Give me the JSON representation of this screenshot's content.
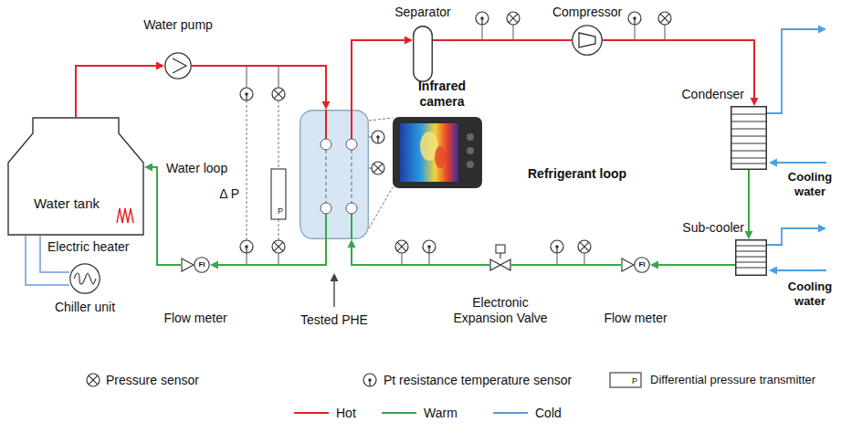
{
  "diagram": {
    "nodes": [
      {
        "text": [
          "Water pump"
        ]
      },
      {
        "text": [
          "Separator"
        ]
      },
      {
        "text": [
          "Compressor"
        ]
      },
      {
        "text": [
          "Water tank"
        ]
      },
      {
        "text": [
          "Condenser"
        ]
      },
      {
        "text": [
          "Tested PHE"
        ]
      },
      {
        "text": [
          "Sub-cooler"
        ]
      },
      {
        "text": [
          "FI",
          "Flow meter"
        ]
      },
      {
        "text": [
          "Electronic Expansion Valve"
        ]
      },
      {
        "text": [
          "FI",
          "Flow meter"
        ]
      },
      {
        "text": [
          "Chiller unit"
        ]
      }
    ],
    "edges": [
      {
        "from": 3,
        "to": 0,
        "arrow": "to"
      },
      {
        "from": 0,
        "to": 5,
        "arrow": "to"
      },
      {
        "from": 5,
        "to": 1,
        "arrow": "to"
      },
      {
        "from": 1,
        "to": 2,
        "arrow": "none"
      },
      {
        "from": 2,
        "to": 4,
        "arrow": "to"
      },
      {
        "from": 4,
        "to": 6,
        "arrow": "to"
      },
      {
        "from": 6,
        "to": 9,
        "arrow": "to"
      },
      {
        "from": 9,
        "to": 8,
        "arrow": "none"
      },
      {
        "from": 8,
        "to": 5,
        "arrow": "to"
      },
      {
        "from": 5,
        "to": 7,
        "arrow": "to"
      },
      {
        "from": 7,
        "to": 3,
        "arrow": "to"
      },
      {
        "from": 3,
        "to": 10,
        "arrow": "none"
      },
      {
        "from": 10,
        "to": 3,
        "arrow": "none"
      }
    ],
    "labels": [
      "Electric heater",
      "Water loop",
      "Δ P",
      "P",
      "Infrared camera",
      "Refrigerant loop",
      "Cooling water",
      "Cooling water",
      "P"
    ],
    "legend": [
      {
        "text": "Pressure sensor"
      },
      {
        "text": "Pt resistance temperature sensor"
      },
      {
        "text": "Differential pressure transmitter"
      },
      {
        "text": "Hot"
      },
      {
        "text": "Warm"
      },
      {
        "text": "Cold"
      }
    ]
  }
}
